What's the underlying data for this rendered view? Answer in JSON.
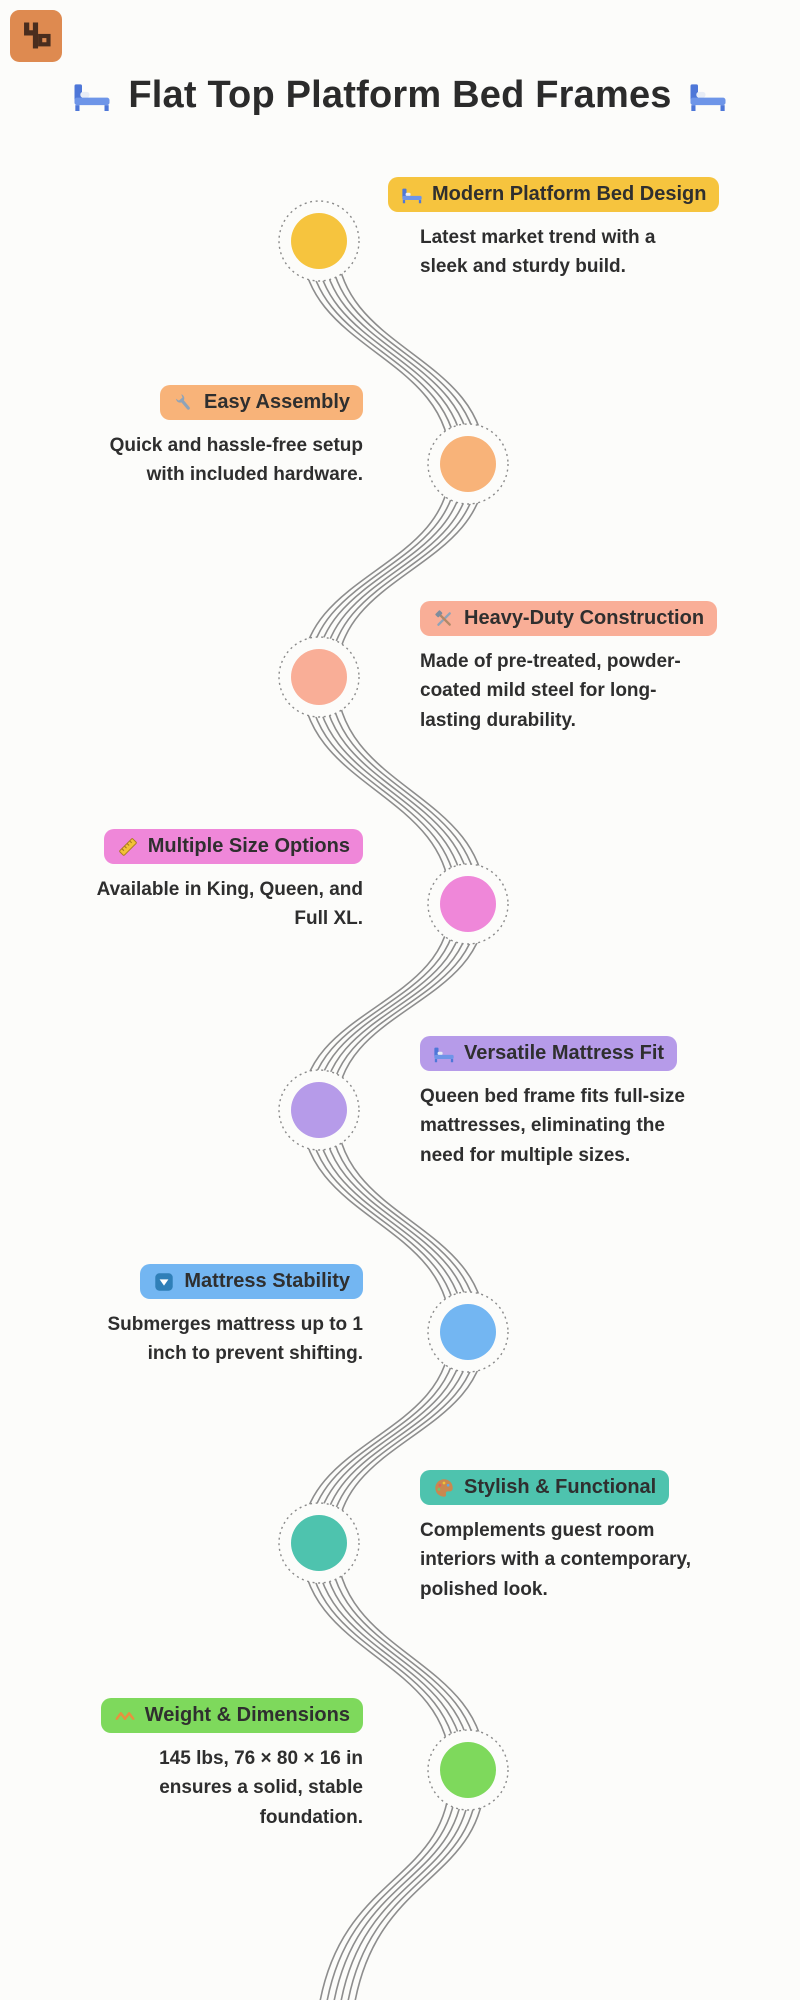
{
  "page": {
    "background": "#FCFCFA",
    "title": "Flat Top Platform Bed Frames",
    "title_prefix_icon": "bed-icon",
    "title_suffix_icon": "bed-icon",
    "title_color": "#2B2B2B"
  },
  "logo": {
    "icon": "logo-icon",
    "color": "#DE8A50"
  },
  "timeline": {
    "strand_color": "#8D8D8D",
    "node_ring_color": "#8A8A8A",
    "items": [
      {
        "icon": "bed-icon",
        "label": "Modern Platform Bed Design",
        "description": "Latest market trend with a\nsleek and sturdy build.",
        "color": "#F6C43E",
        "side": "right"
      },
      {
        "icon": "wrench-icon",
        "label": "Easy Assembly",
        "description": "Quick and hassle-free setup\nwith included hardware.",
        "color": "#F8B379",
        "side": "left"
      },
      {
        "icon": "hammer-and-wrench-icon",
        "label": "Heavy-Duty Construction",
        "description": "Made of pre-treated, powder-\ncoated mild steel for long-\nlasting durability.",
        "color": "#F9AE97",
        "side": "right"
      },
      {
        "icon": "ruler-icon",
        "label": "Multiple Size Options",
        "description": "Available in King, Queen, and\nFull XL.",
        "color": "#EF87D9",
        "side": "left"
      },
      {
        "icon": "bed-icon",
        "label": "Versatile Mattress Fit",
        "description": "Queen bed frame fits full-size\nmattresses, eliminating the\nneed for multiple sizes.",
        "color": "#B69BE9",
        "side": "right"
      },
      {
        "icon": "down-button-icon",
        "label": "Mattress Stability",
        "description": "Submerges mattress up to 1\ninch to prevent shifting.",
        "color": "#73B6F2",
        "side": "left"
      },
      {
        "icon": "palette-icon",
        "label": "Stylish & Functional",
        "description": "Complements guest room\ninteriors with a contemporary,\npolished look.",
        "color": "#4EC3AE",
        "side": "right"
      },
      {
        "icon": "chevrons-icon",
        "label": "Weight & Dimensions",
        "description": "145 lbs, 76 × 80 × 16 in\nensures a solid, stable\nfoundation.",
        "color": "#7ED95C",
        "side": "left"
      }
    ]
  }
}
